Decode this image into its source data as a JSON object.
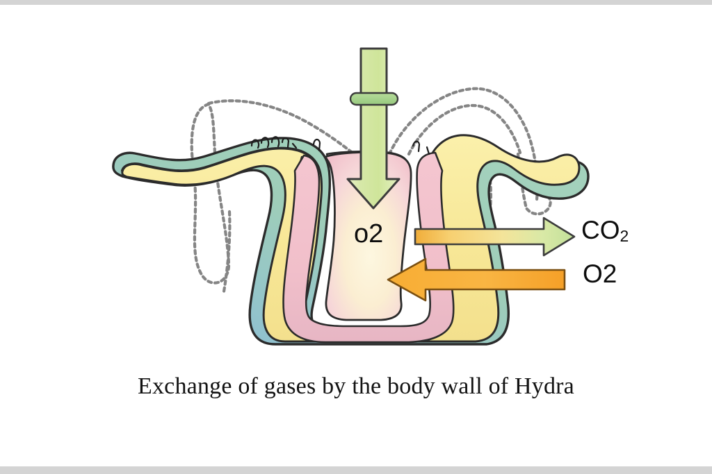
{
  "slide": {
    "caption": "Exchange of gases by the body wall of Hydra",
    "background_color": "#ffffff",
    "frame_color": "#d4d4d4"
  },
  "labels": {
    "cavity_gas": "o2",
    "outgoing_gas": "CO",
    "outgoing_gas_subscript": "2",
    "incoming_gas": "O2"
  },
  "diagram": {
    "subject": "Hydra body wall cross-section",
    "layers": [
      {
        "name": "ectoderm",
        "color": "#9ecdb9"
      },
      {
        "name": "mesoglea",
        "color": "#f7ea9e"
      },
      {
        "name": "endoderm",
        "color": "#f3c3cd"
      },
      {
        "name": "gastrovascular-cavity",
        "color": "#fdf6dd"
      }
    ],
    "base_tint": "#8fc0d2",
    "outline_color": "#2b2b2b",
    "sketch_color": "#7a7a7a",
    "arrows": [
      {
        "name": "oxygen-inflow-vertical",
        "direction": "down",
        "gas": "o2",
        "fill_start": "#cfe59a",
        "fill_end": "#eef5cf"
      },
      {
        "name": "carbon-dioxide-outflow",
        "direction": "right",
        "gas": "CO2",
        "fill_start": "#f2b33f",
        "fill_end": "#c9e3a0"
      },
      {
        "name": "oxygen-inflow-horizontal",
        "direction": "left",
        "gas": "O2",
        "fill_start": "#f6a62a",
        "fill_end": "#f9bf54"
      }
    ],
    "features": [
      {
        "name": "tentacle-left",
        "shape": "wavy-tube"
      },
      {
        "name": "tentacle-right",
        "shape": "coiled-spiral"
      },
      {
        "name": "nematocysts",
        "shape": "small-bumps"
      },
      {
        "name": "sketch-outlines",
        "shape": "dotted-arcs"
      },
      {
        "name": "arrow-stop-pill",
        "shape": "capsule"
      }
    ]
  }
}
